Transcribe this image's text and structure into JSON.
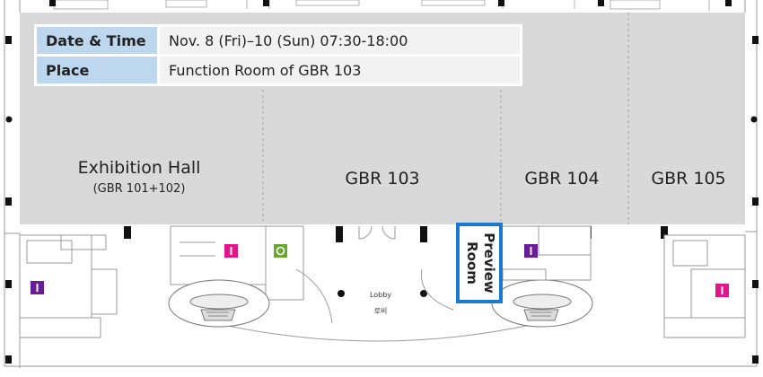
{
  "info": {
    "date_label": "Date & Time",
    "date_value": "Nov. 8 (Fri)–10 (Sun)  07:30-18:00",
    "place_label": "Place",
    "place_value": "Function Room of GBR 103"
  },
  "halls": {
    "exhibition": {
      "name": "Exhibition Hall",
      "sub": "(GBR 101+102)"
    },
    "gbr103": {
      "name": "GBR 103"
    },
    "gbr104": {
      "name": "GBR 104"
    },
    "gbr105": {
      "name": "GBR 105"
    }
  },
  "preview_room": {
    "line1": "Preview",
    "line2": "Room",
    "border_color": "#1a7ad1"
  },
  "lobby": {
    "label_en": "Lobby",
    "label_ko": "로비"
  },
  "colors": {
    "hall_fill": "#d9d9d9",
    "header_cell": "#bcd7ee",
    "restroom_purple": "#6a1b9a",
    "restroom_pink": "#e0168a",
    "green_icon": "#6aa832"
  },
  "icons": [
    "restroom-icon",
    "restroom-icon",
    "restroom-icon",
    "restroom-icon",
    "elevator-icon"
  ]
}
